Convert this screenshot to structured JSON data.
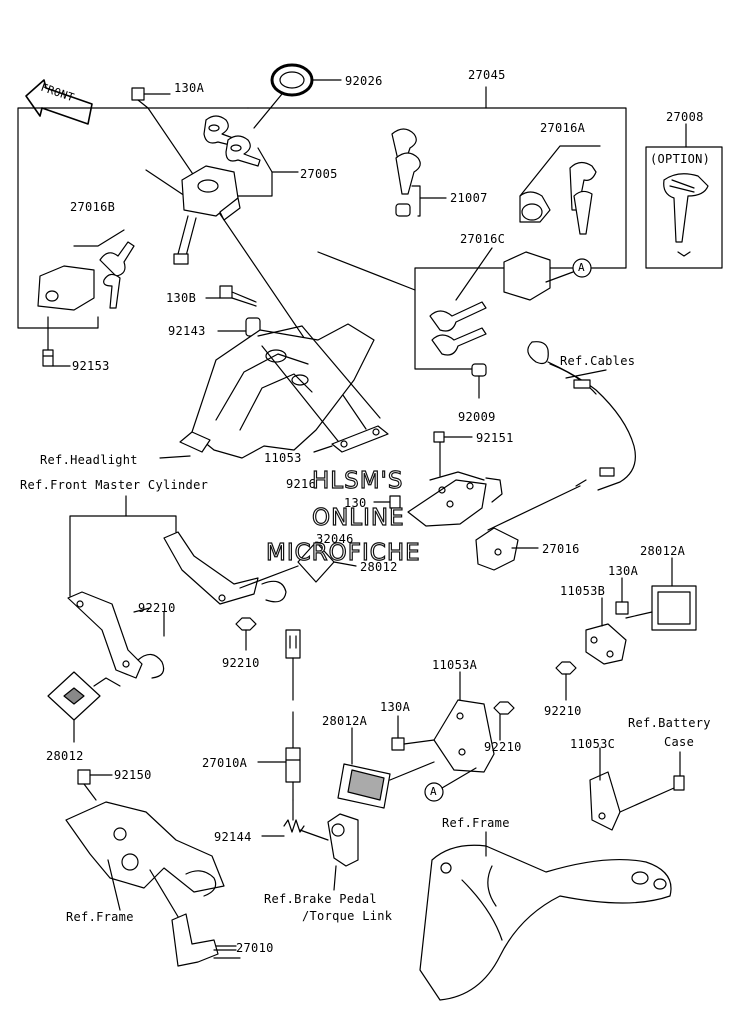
{
  "colors": {
    "ink": "#000000",
    "paper": "#ffffff",
    "watermark_fill": "#ffffff",
    "watermark_outline": "#111111"
  },
  "front_arrow": "FRONT",
  "watermark": {
    "line1": "HLSM'S",
    "line2": "ONLINE",
    "line3": "MICROFICHE"
  },
  "option_box": {
    "title": "(OPTION)"
  },
  "labels": {
    "p130A_top": "130A",
    "p92026": "92026",
    "p27045": "27045",
    "p27008": "27008",
    "p27016A": "27016A",
    "p27005": "27005",
    "p21007": "21007",
    "p27016B": "27016B",
    "p27016C": "27016C",
    "pA_top": "A",
    "p130B": "130B",
    "p92143": "92143",
    "p92153": "92153",
    "p92009": "92009",
    "ref_cables": "Ref.Cables",
    "ref_headlight": "Ref.Headlight",
    "p11053": "11053",
    "p92151": "92151",
    "ref_front_master": "Ref.Front Master Cylinder",
    "p92160": "9216",
    "p130": "130",
    "p32046": "32046",
    "p27016": "27016",
    "p28012_mid": "28012",
    "p28012A_right": "28012A",
    "p130A_right": "130A",
    "p11053B": "11053B",
    "p92210_left": "92210",
    "p92210_mid": "92210",
    "p92210_right": "92210",
    "p92210_lower": "92210",
    "p11053A": "11053A",
    "p130A_mid": "130A",
    "p28012A_mid": "28012A",
    "p28012": "28012",
    "p92150": "92150",
    "p27010A": "27010A",
    "ref_battery_1": "Ref.Battery",
    "ref_battery_2": "Case",
    "p11053C": "11053C",
    "pA_bottom": "A",
    "ref_frame_right": "Ref.Frame",
    "p92144": "92144",
    "ref_brake_1": "Ref.Brake Pedal",
    "ref_brake_2": "/Torque Link",
    "ref_frame_left": "Ref.Frame",
    "p27010": "27010"
  }
}
